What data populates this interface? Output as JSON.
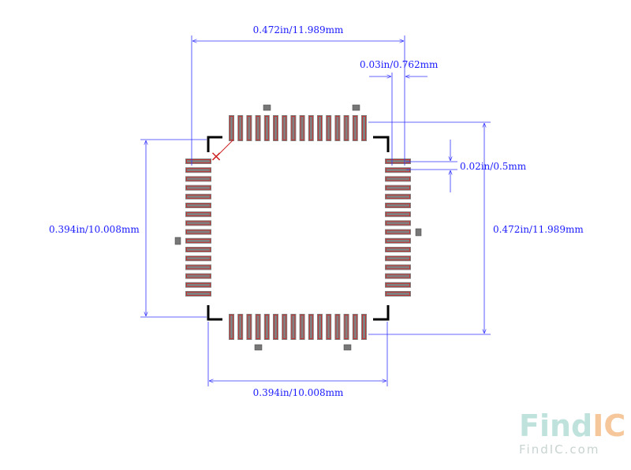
{
  "dimensions": {
    "top_width": "0.472in/11.989mm",
    "pin_width": "0.03in/0.762mm",
    "pin_pitch": "0.02in/0.5mm",
    "left_height": "0.394in/10.008mm",
    "right_height": "0.472in/11.989mm",
    "bottom_width": "0.394in/10.008mm"
  },
  "package": {
    "pins_per_side": 16,
    "pin1_marker": "×"
  },
  "watermark": {
    "brand_part1": "Find",
    "brand_part2": "IC",
    "url": "FindIC.com"
  },
  "colors": {
    "dimension": "#3333ff",
    "pad_fill": "#808080",
    "pad_outline": "#cc2222",
    "outline": "#000000",
    "logo_teal": "#bfe3dc",
    "logo_orange": "#f6c79a"
  }
}
